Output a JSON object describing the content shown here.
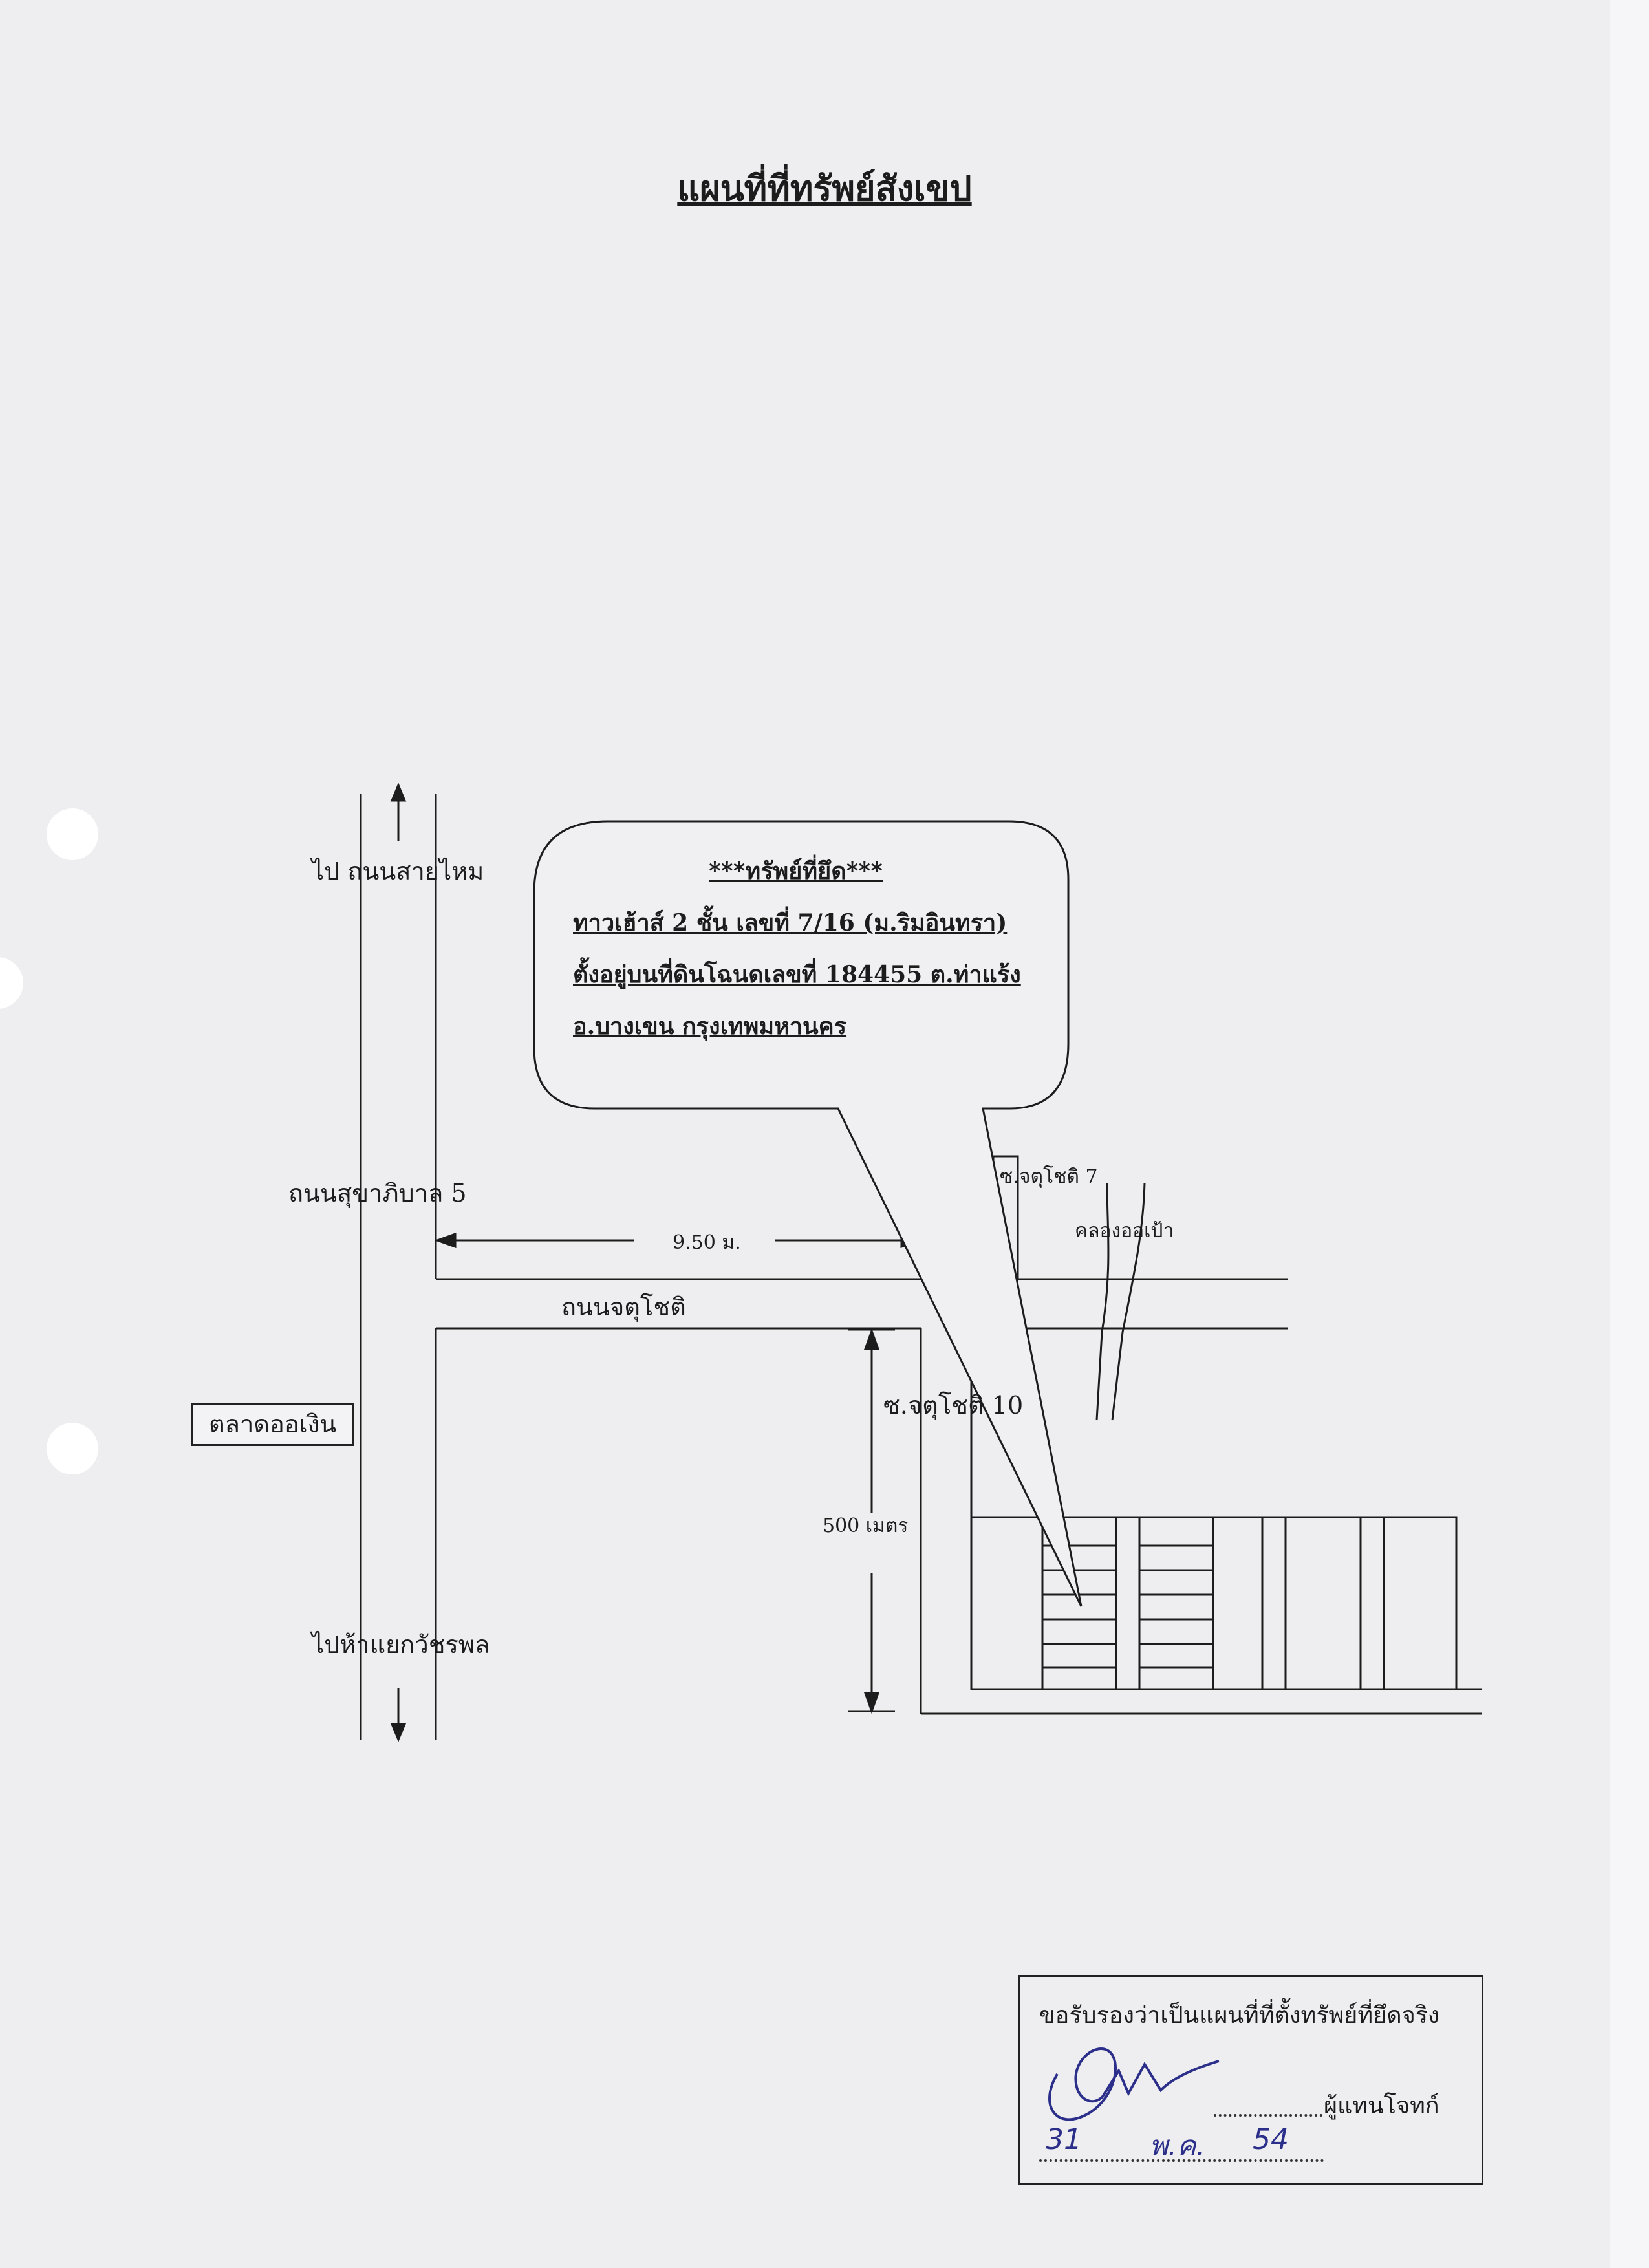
{
  "title": "แผนที่ที่ทรัพย์สังเขป",
  "roads": {
    "to_sai_mai": "ไป ถนนสายไหม",
    "sukhaphiban5": "ถนนสุขาภิบาล 5",
    "chatuchot": "ถนนจตุโชติ",
    "to_watcharaphon": "ไปห้าแยกวัชรพล",
    "soi7": "ซ.จตุโชติ 7",
    "canal": "คลองออเป้า",
    "soi10": "ซ.จตุโชติ 10"
  },
  "landmarks": {
    "market": "ตลาดออเงิน"
  },
  "distances": {
    "width": "9.50 ม.",
    "length": "500 เมตร"
  },
  "callout": {
    "heading": "***ทรัพย์ที่ยึด***",
    "line1": "ทาวเฮ้าส์ 2 ชั้น  เลขที่  7/16  (ม.ริมอินทรา)",
    "line2": "ตั้งอยู่บนที่ดินโฉนดเลขที่  184455  ต.ท่าแร้ง",
    "line3": "อ.บางเขน  กรุงเทพมหานคร"
  },
  "certification": {
    "statement": "ขอรับรองว่าเป็นแผนที่ที่ตั้งทรัพย์ที่ยึดจริง",
    "role": "ผู้แทนโจทก์",
    "date_day": "31",
    "date_month": "พ.ค.",
    "date_year": "54",
    "signature": "Dun"
  },
  "colors": {
    "ink": "#1c1c1c",
    "pen": "#2b2f8a",
    "paper": "#eeeef1"
  }
}
